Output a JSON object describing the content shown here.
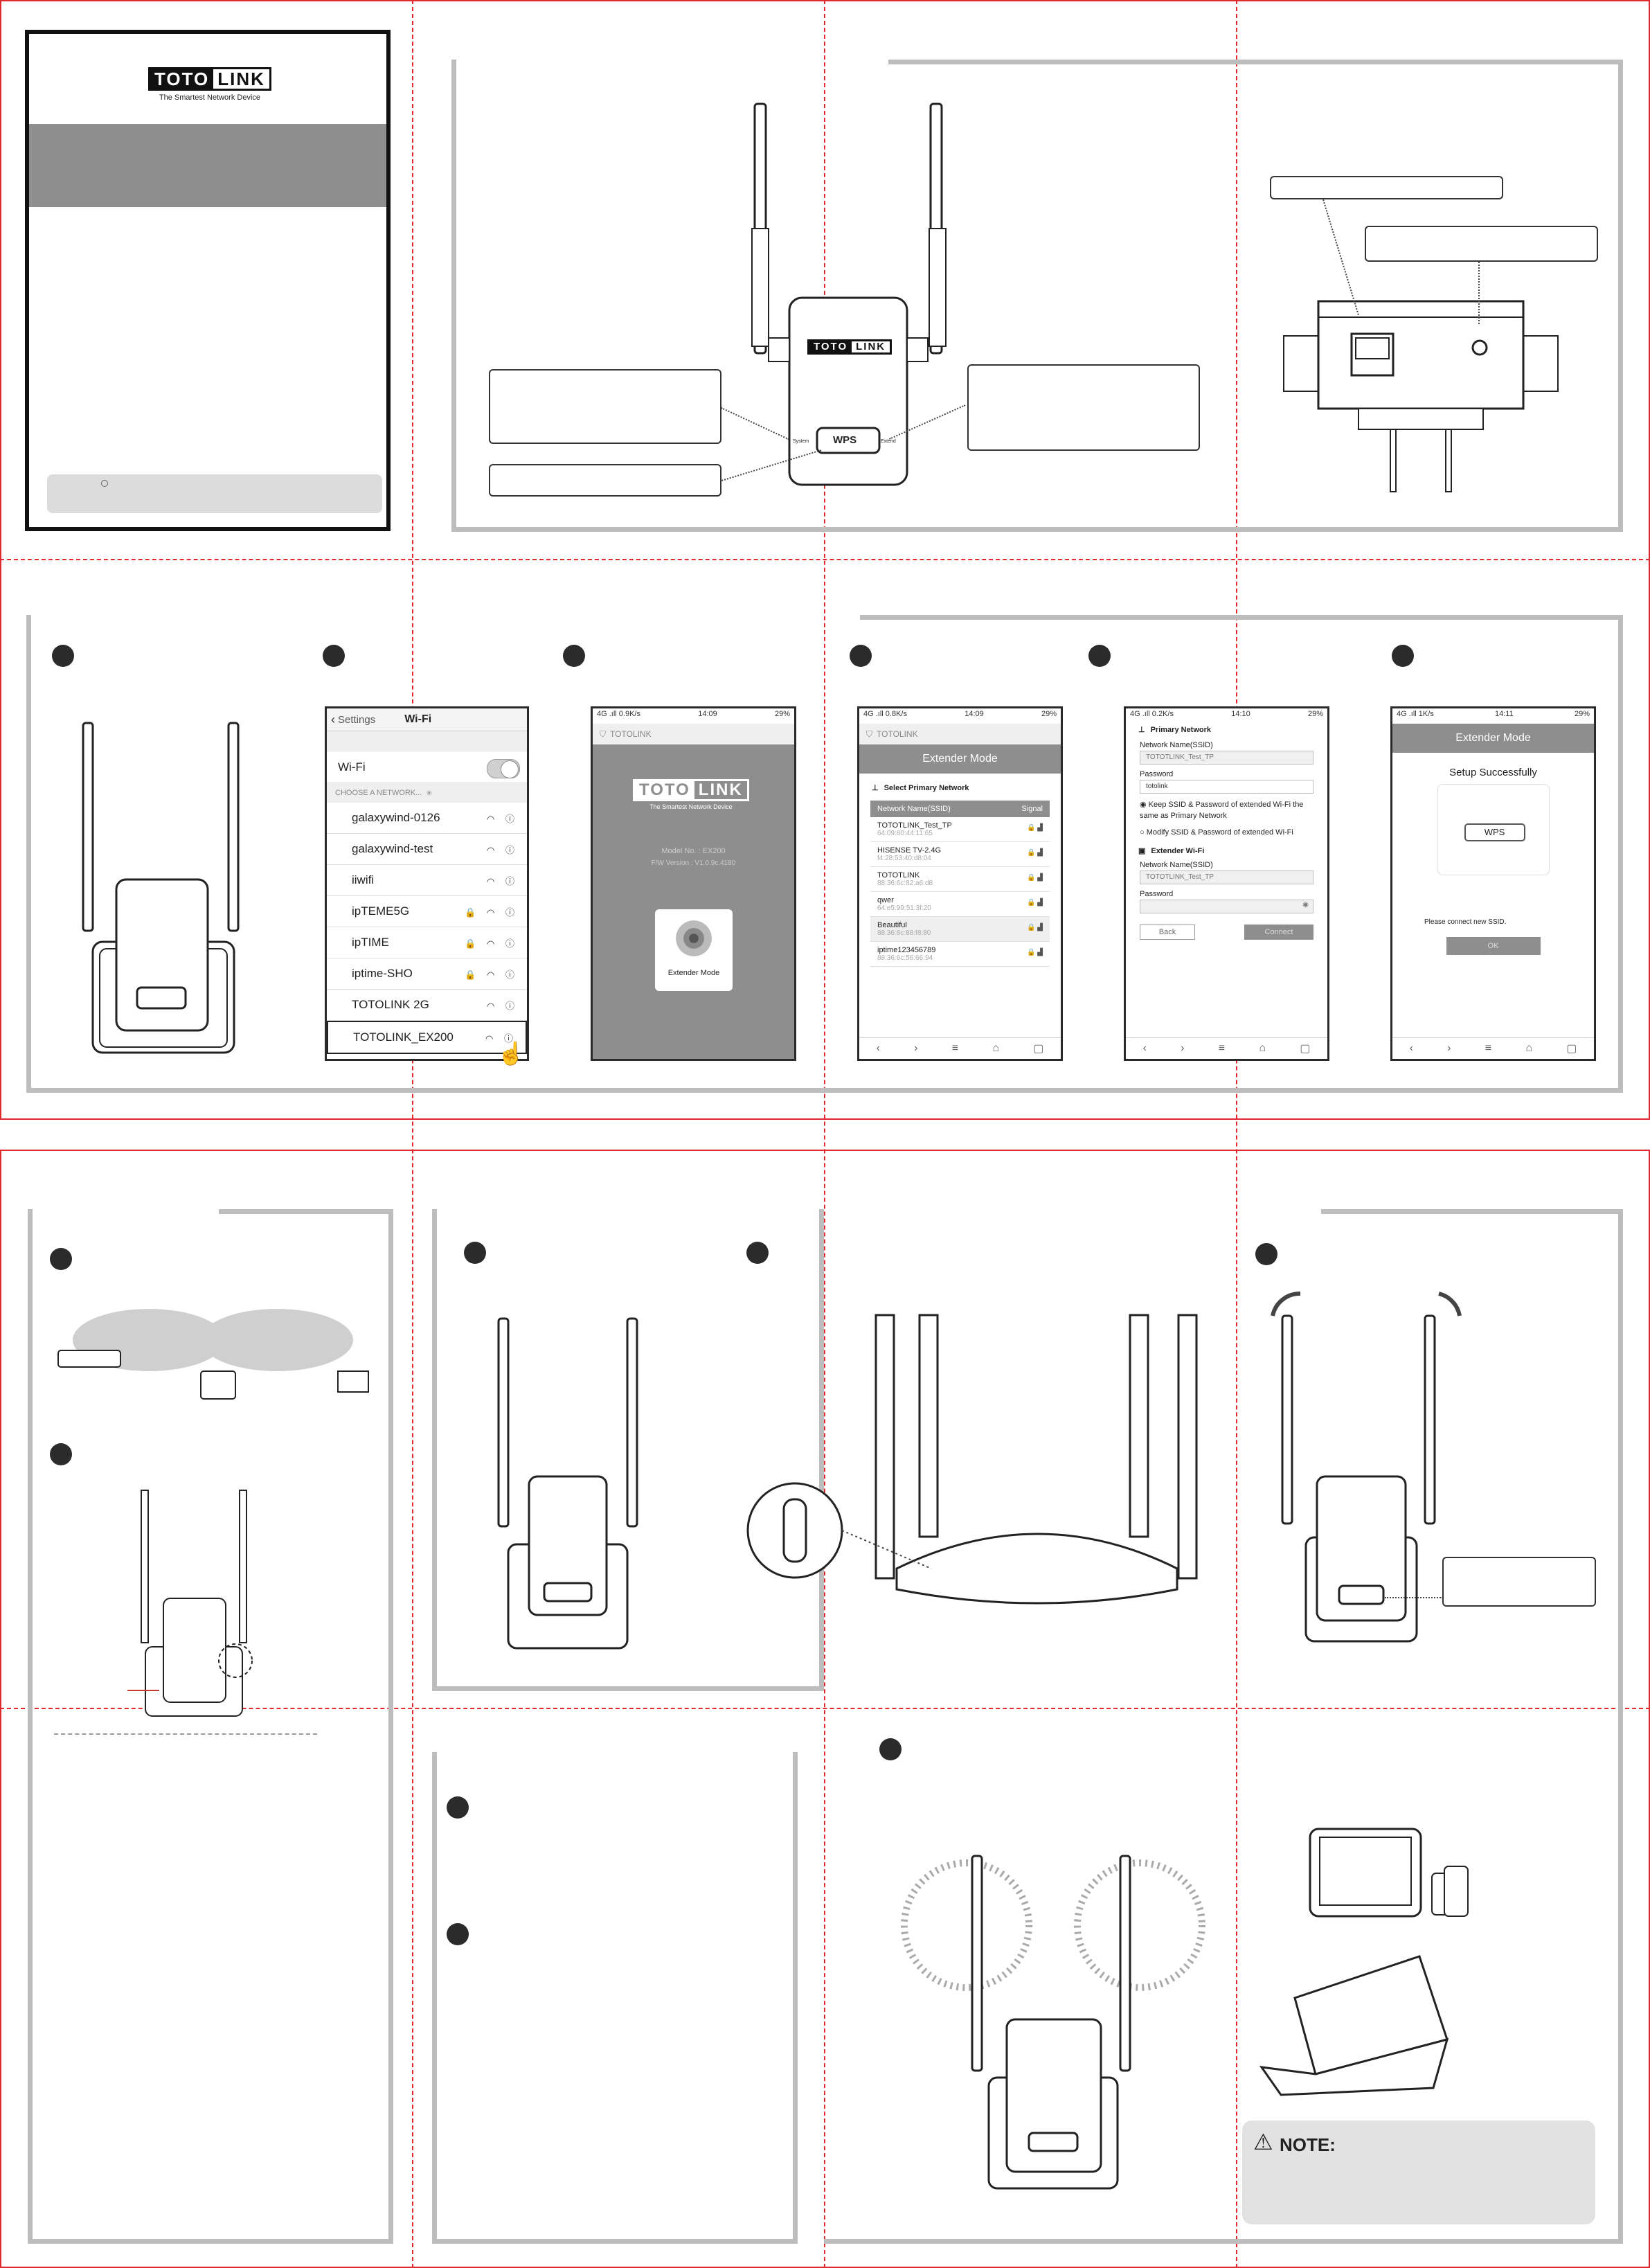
{
  "brand": {
    "logo_left": "TOTO",
    "logo_right": "LINK",
    "tagline": "The Smartest Network Device"
  },
  "device": {
    "wps_label": "WPS",
    "led_left_label": "System",
    "led_right_label": "Extend"
  },
  "phone_wifi": {
    "back_label": "Settings",
    "title": "Wi-Fi",
    "wifi_toggle_label": "Wi-Fi",
    "choose_label": "CHOOSE A NETWORK...",
    "networks": [
      {
        "name": "galaxywind-0126",
        "lock": false
      },
      {
        "name": "galaxywind-test",
        "lock": false
      },
      {
        "name": "iiwifi",
        "lock": false
      },
      {
        "name": "ipTEME5G",
        "lock": true
      },
      {
        "name": "ipTIME",
        "lock": true
      },
      {
        "name": "iptime-SHO",
        "lock": true
      },
      {
        "name": "TOTOLINK 2G",
        "lock": false
      },
      {
        "name": "TOTOLINK_EX200",
        "lock": false
      }
    ]
  },
  "phone_splash": {
    "status_left": "4G .ıll 0.9K/s",
    "time": "14:09",
    "battery": "29%",
    "site": "TOTOLINK",
    "model_line": "Model No. : EX200",
    "fw_line": "F/W Version : V1.0.9c.4180",
    "mode_button": "Extender Mode"
  },
  "phone_select": {
    "status_left": "4G .ıll 0.8K/s",
    "time": "14:09",
    "battery": "29%",
    "site": "TOTOLINK",
    "header": "Extender Mode",
    "section": "Select Primary Network",
    "col_ssid": "Network Name(SSID)",
    "col_signal": "Signal",
    "rows": [
      {
        "ssid": "TOTOTLINK_Test_TP",
        "mac": "64:09:80:44:11:65"
      },
      {
        "ssid": "HISENSE TV-2.4G",
        "mac": "f4:28:53:40:d8:04"
      },
      {
        "ssid": "TOTOTLINK",
        "mac": "88:36:6c:82:a6:d8"
      },
      {
        "ssid": "qwer",
        "mac": "64:e5:99:51:3f:20"
      },
      {
        "ssid": "Beautiful",
        "mac": "88:36:6c:88:f8:80"
      },
      {
        "ssid": "iptime123456789",
        "mac": "88:36:6c:56:66:94"
      }
    ]
  },
  "phone_config": {
    "status_left": "4G .ıll 0.2K/s",
    "time": "14:10",
    "battery": "29%",
    "primary_title": "Primary Network",
    "ssid_label": "Network Name(SSID)",
    "ssid_value": "TOTOTLINK_Test_TP",
    "password_label": "Password",
    "password_value": "totolink",
    "option_keep": "Keep SSID & Password of extended Wi-Fi the same as Primary Network",
    "option_modify": "Modify SSID & Password of extended Wi-Fi",
    "extender_title": "Extender Wi-Fi",
    "ext_ssid_label": "Network Name(SSID)",
    "ext_ssid_value": "TOTOTLINK_Test_TP",
    "ext_password_label": "Password",
    "back_button": "Back",
    "connect_button": "Connect"
  },
  "phone_success": {
    "status_left": "4G .ıll 1K/s",
    "time": "14:11",
    "battery": "29%",
    "header": "Extender Mode",
    "title": "Setup Successfully",
    "message": "Please connect new SSID.",
    "ok_button": "OK"
  },
  "note": {
    "title": "NOTE:"
  },
  "colors": {
    "cut_line": "#e0282e",
    "panel_border": "#bdbdbd",
    "banner_gray": "#8e8e8e",
    "note_bg": "#e2e2e2"
  }
}
